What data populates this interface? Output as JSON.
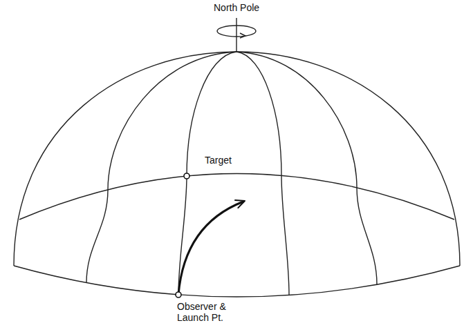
{
  "diagram": {
    "labels": [
      "North Pole",
      "Target",
      "Observer & Launch Pt."
    ]
  }
}
